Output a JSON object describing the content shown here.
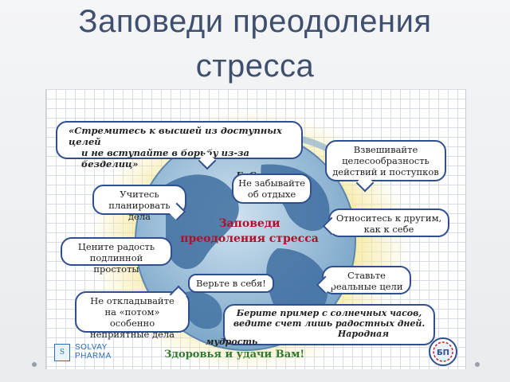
{
  "slide": {
    "title_line1": "Заповеди преодоления",
    "title_line2": "стресса"
  },
  "poster": {
    "center_line1": "Заповеди",
    "center_line2": "преодоления  стресса",
    "bubbles": {
      "quote_line1": "«Стремитесь к высшей из доступных целей",
      "quote_line2": "и не вступайте в борьбу из-за безделиц»",
      "quote_author": "Г. Селье",
      "weigh_line1": "Взвешивайте",
      "weigh_line2": "целесообразность",
      "weigh_line3": "действий и поступков",
      "rest_line1": "Не забывайте",
      "rest_line2": "об отдыхе",
      "plan_line1": "Учитесь",
      "plan_line2": "планировать дела",
      "relate_line1": "Относитесь к другим,",
      "relate_line2": "как к себе",
      "joy_line1": "Цените радость",
      "joy_line2": "подлинной простоты",
      "goals_line1": "Ставьте",
      "goals_line2": "реальные цели",
      "believe": "Верьте в себя!",
      "delay_line1": "Не откладывайте",
      "delay_line2": "на «потом» особенно",
      "delay_line3": "неприятные дела",
      "sundial_line1": "Берите пример с солнечных часов,",
      "sundial_line2": "ведите счет лишь радостных дней.",
      "sundial_line3": "Народная",
      "sundial_line4": "мудрость"
    },
    "footer_wishes": "Здоровья и удачи Вам!",
    "logo_line1": "SOLVAY",
    "logo_line2": "PHARMA",
    "logo_mark": "S",
    "badge_text": "БП"
  },
  "colors": {
    "title": "#3f4f6e",
    "bubble_border": "#2f4f8f",
    "center_title": "#b0102a",
    "wishes": "#2f7a2f",
    "globe_ocean": "#7aa6c8",
    "globe_land": "#3f6fa0",
    "glow": "#f5e79a"
  }
}
